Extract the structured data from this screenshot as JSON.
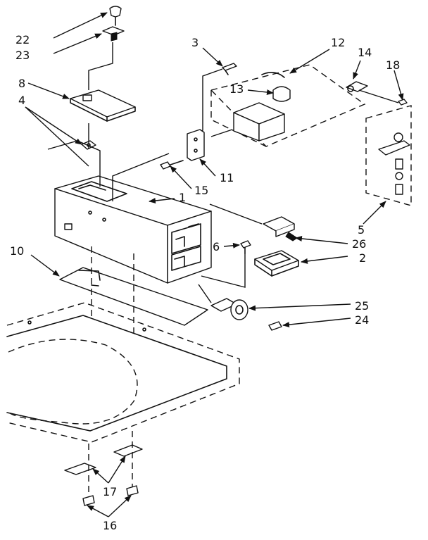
{
  "callouts": {
    "c1": "1",
    "c2": "2",
    "c3": "3",
    "c4": "4",
    "c5": "5",
    "c6": "6",
    "c8": "8",
    "c10": "10",
    "c11": "11",
    "c12": "12",
    "c13": "13",
    "c14": "14",
    "c15": "15",
    "c16": "16",
    "c17": "17",
    "c18": "18",
    "c22": "22",
    "c23": "23",
    "c24": "24",
    "c25": "25",
    "c26": "26"
  }
}
